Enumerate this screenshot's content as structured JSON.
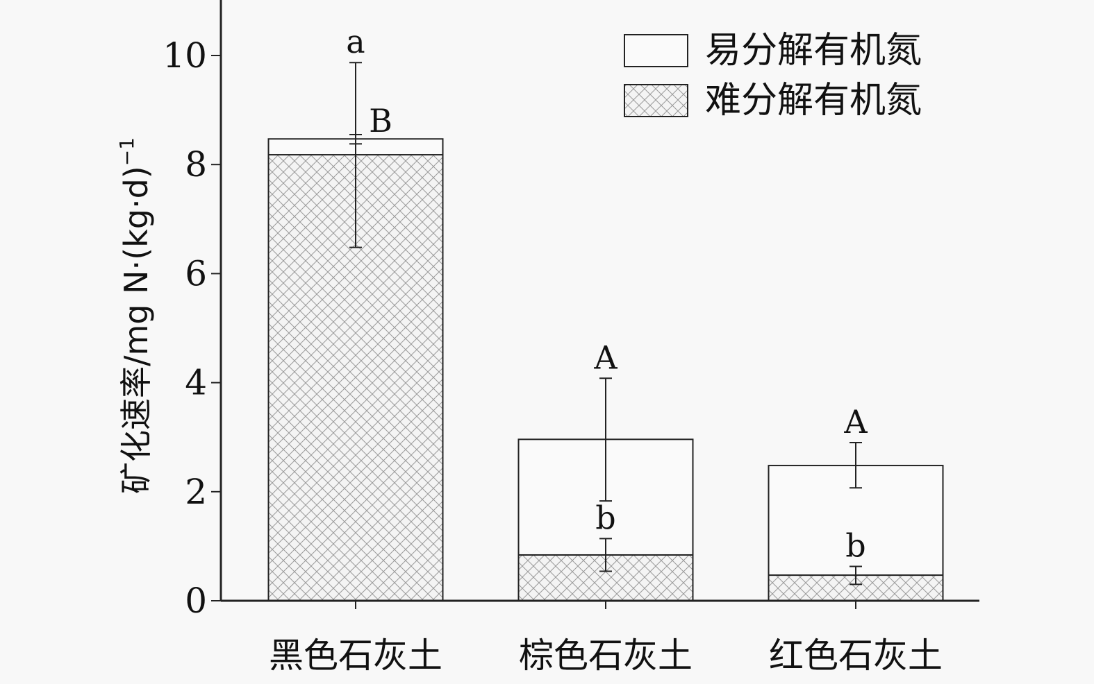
{
  "chart_data": {
    "type": "bar",
    "stacked": true,
    "title": "",
    "xlabel": "",
    "ylabel": "矿化速率/mg N·(kg·d)",
    "ylabel_superscript": "−1",
    "ylim": [
      0,
      11
    ],
    "yticks": [
      0,
      2,
      4,
      6,
      8,
      10
    ],
    "ytick_labels": [
      "0",
      "2",
      "4",
      "6",
      "8",
      "10"
    ],
    "categories": [
      "黑色石灰土",
      "棕色石灰土",
      "红色石灰土"
    ],
    "legend_position": "top-right",
    "series": [
      {
        "name": "难分解有机氮",
        "pattern": "crosshatch",
        "values": [
          8.18,
          0.84,
          0.47
        ],
        "error_low": [
          6.48,
          0.54,
          0.3
        ],
        "error_high": [
          9.87,
          1.14,
          0.63
        ],
        "letters": [
          "a",
          "b",
          "b"
        ]
      },
      {
        "name": "易分解有机氮",
        "pattern": "none",
        "values": [
          0.29,
          2.12,
          2.01
        ],
        "error_low": [
          8.38,
          1.83,
          2.07
        ],
        "error_high": [
          8.55,
          4.08,
          2.9
        ],
        "letters": [
          "B",
          "A",
          "A"
        ]
      }
    ]
  }
}
